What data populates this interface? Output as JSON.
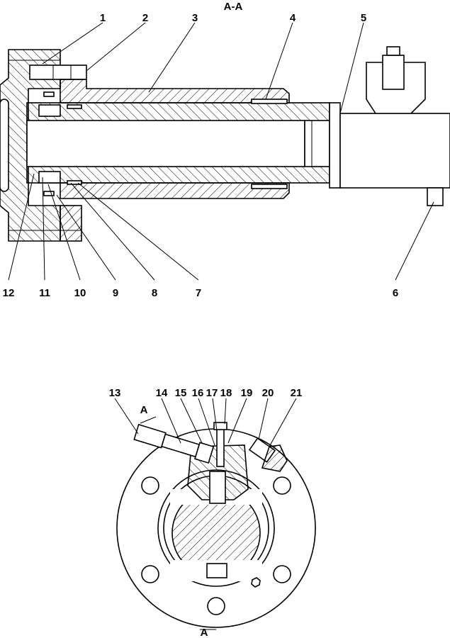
{
  "section_title": "А-А",
  "section_arrow_label": "А",
  "top_view_labels": [
    "1",
    "2",
    "3",
    "4",
    "5",
    "6",
    "7",
    "8",
    "9",
    "10",
    "11",
    "12"
  ],
  "bottom_view_labels": [
    "13",
    "14",
    "15",
    "16",
    "17",
    "18",
    "19",
    "20",
    "21"
  ]
}
